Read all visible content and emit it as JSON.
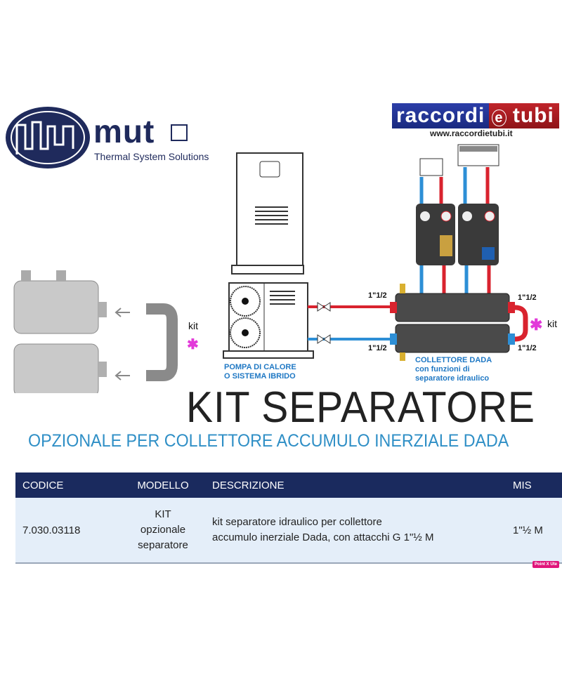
{
  "brand": {
    "name": "mut",
    "tagline": "Thermal System Solutions",
    "logo_text": "MUT"
  },
  "partner": {
    "logo_part1": "raccordi",
    "logo_part2": "e",
    "logo_part3": "tubi",
    "url": "www.raccordietubi.it"
  },
  "diagram": {
    "connection_label": "1\"1/2",
    "kit_label": "kit",
    "kit_marker": "*",
    "heat_pump_label_line1": "POMPA DI CALORE",
    "heat_pump_label_line2": "O SISTEMA IBRIDO",
    "collector_label_line1": "COLLETTORE DADA",
    "collector_label_line2": "con funzioni di",
    "collector_label_line3": "separatore idraulico",
    "colors": {
      "hot": "#d9232e",
      "cold": "#2d8fd6",
      "kit": "#e23ad9",
      "body": "#4a4a4a"
    }
  },
  "title": "KIT SEPARATORE",
  "subtitle": "OPZIONALE PER COLLETTORE ACCUMULO INERZIALE DADA",
  "table": {
    "headers": {
      "code": "CODICE",
      "model": "MODELLO",
      "description": "DESCRIZIONE",
      "size": "MIS"
    },
    "rows": [
      {
        "code": "7.030.03118",
        "model_line1": "KIT",
        "model_line2": "opzionale",
        "model_line3": "separatore",
        "description_line1": "kit separatore idraulico per collettore",
        "description_line2": "accumulo inerziale Dada, con attacchi G 1\"½ M",
        "size": "1\"½ M"
      }
    ]
  },
  "badge": "Point X Ute"
}
